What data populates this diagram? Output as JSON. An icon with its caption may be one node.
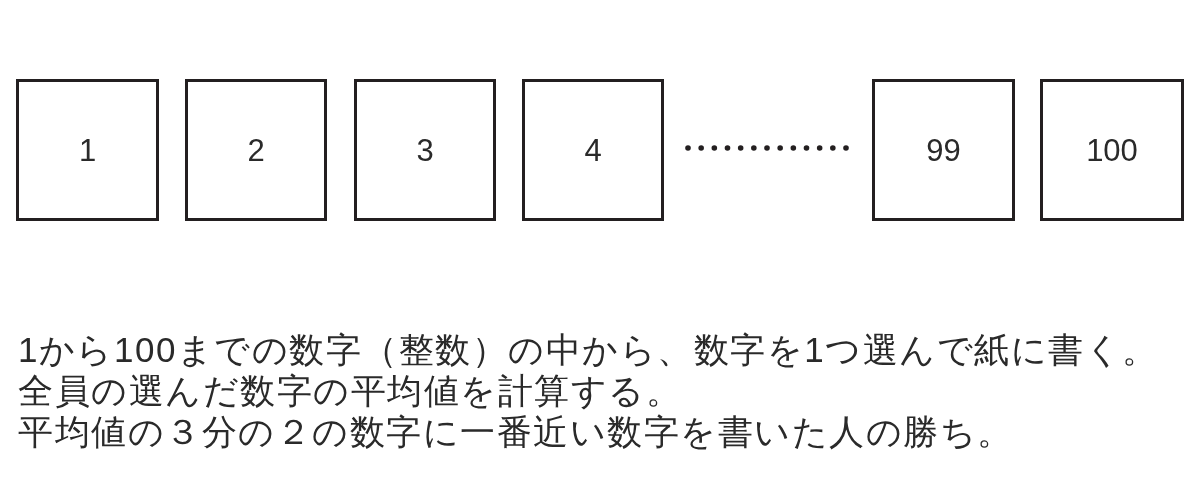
{
  "diagram": {
    "nodes": [
      {
        "text": [
          "1"
        ]
      },
      {
        "text": [
          "2"
        ]
      },
      {
        "text": [
          "3"
        ]
      },
      {
        "text": [
          "4"
        ]
      },
      {
        "text": [
          "99"
        ]
      },
      {
        "text": [
          "100"
        ]
      }
    ],
    "labels": [
      "1から100までの数字（整数）の中から、数字を1つ選んで紙に書く。",
      "全員の選んだ数字の平均値を計算する。",
      "平均値の３分の２の数字に一番近い数字を書いた人の勝ち。"
    ]
  }
}
